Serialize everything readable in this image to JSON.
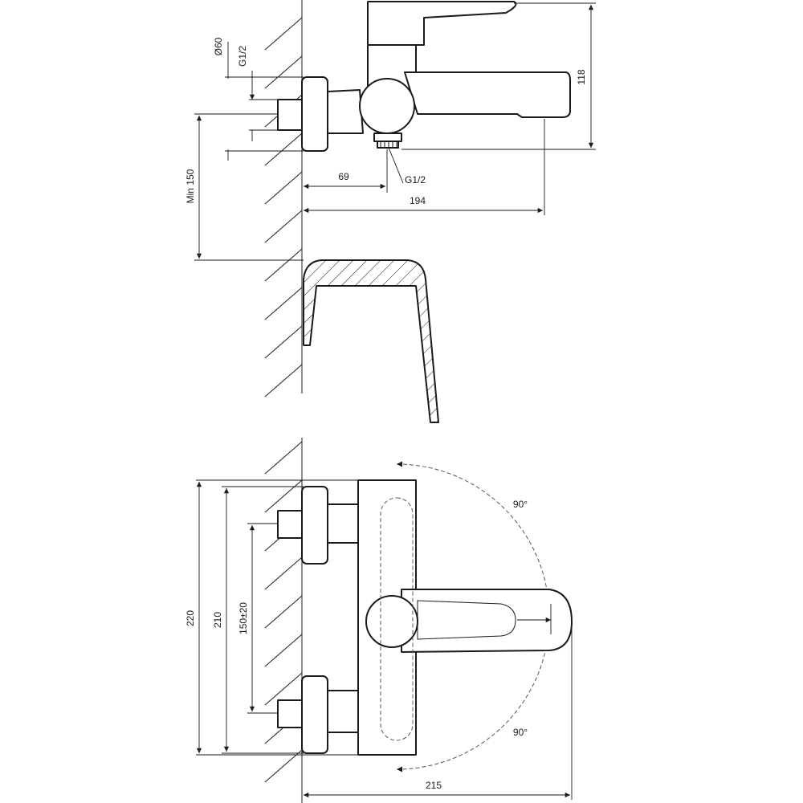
{
  "dimensions": {
    "height_118": "118",
    "diameter_60": "Ø60",
    "thread_inlet": "G1/2",
    "min_150": "Min 150",
    "depth_69": "69",
    "thread_outlet": "G1/2",
    "reach_194": "194",
    "height_220": "220",
    "height_210": "210",
    "spacing_150": "150±20",
    "reach_215": "215",
    "angle_top": "90°",
    "angle_bottom": "90°"
  }
}
